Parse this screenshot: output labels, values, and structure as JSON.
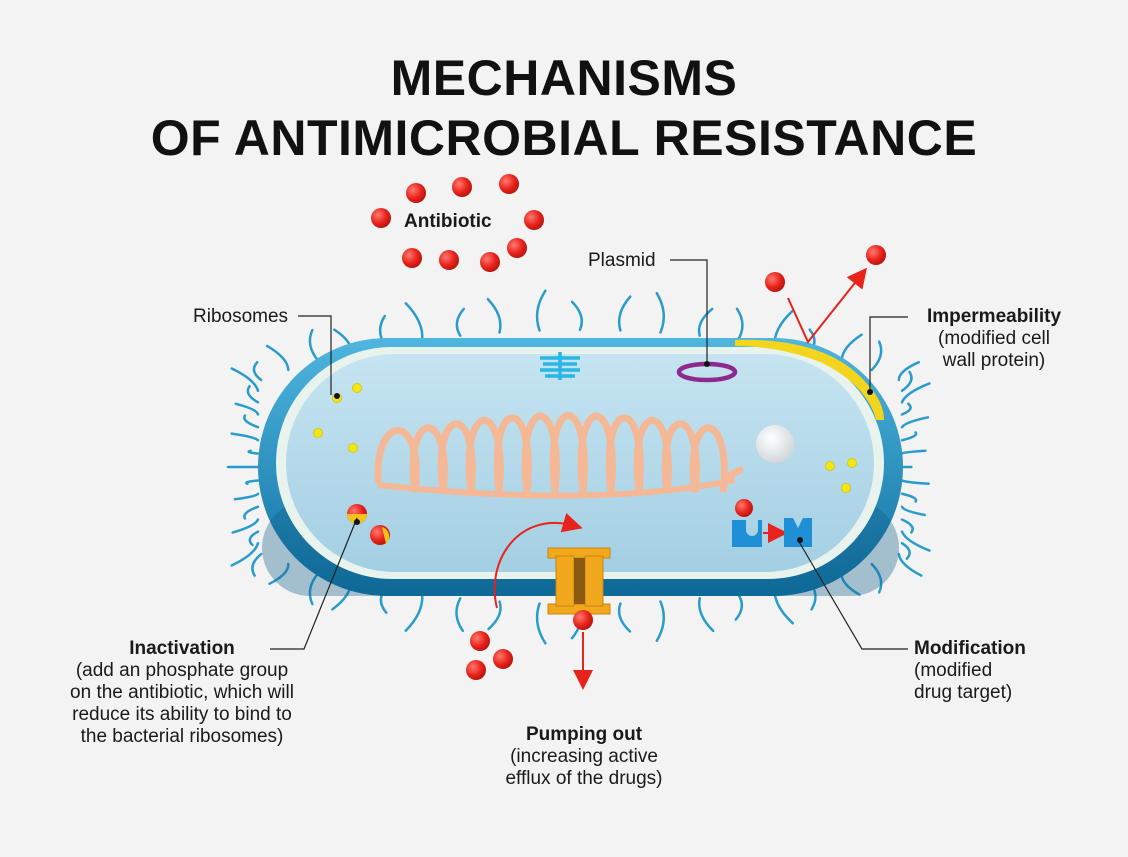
{
  "title": {
    "line1": "MECHANISMS",
    "line2": "OF ANTIMICROBIAL RESISTANCE"
  },
  "labels": {
    "antibiotic": "Antibiotic",
    "plasmid": "Plasmid",
    "ribosomes": "Ribosomes",
    "impermeability": {
      "title": "Impermeability",
      "line1": "(modified cell",
      "line2": "wall protein)"
    },
    "inactivation": {
      "title": "Inactivation",
      "line1": "(add an phosphate group",
      "line2": "on the antibiotic, which will",
      "line3": "reduce its ability to bind to",
      "line4": "the bacterial ribosomes)"
    },
    "modification": {
      "title": "Modification",
      "line1": "(modified",
      "line2": "drug target)"
    },
    "pumping": {
      "title": "Pumping out",
      "line1": "(increasing active",
      "line2": "efflux of the drugs)"
    }
  },
  "colors": {
    "antibiotic": "#e8231b",
    "wall_outer": "#1f8fc4",
    "cytoplasm": "#b9dcec",
    "dna": "#f4b896",
    "impermeable_patch": "#f2d51c",
    "pump": "#f2a81d",
    "plasmid": "#8e2a8e",
    "target": "#1f8fd6"
  }
}
